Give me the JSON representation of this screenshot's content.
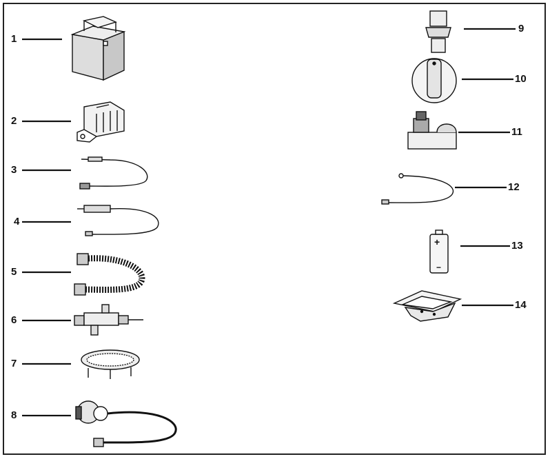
{
  "diagram": {
    "parts": [
      {
        "number": "1",
        "icon": "fire-pit-enclosure-icon"
      },
      {
        "number": "2",
        "icon": "burner-bracket-icon"
      },
      {
        "number": "3",
        "icon": "thermocouple-wire-icon"
      },
      {
        "number": "4",
        "icon": "ignitor-electrode-icon"
      },
      {
        "number": "5",
        "icon": "flex-hose-icon"
      },
      {
        "number": "6",
        "icon": "gas-valve-icon"
      },
      {
        "number": "7",
        "icon": "burner-ring-icon"
      },
      {
        "number": "8",
        "icon": "regulator-hose-icon"
      },
      {
        "number": "9",
        "icon": "fitting-connector-icon"
      },
      {
        "number": "10",
        "icon": "control-knob-icon"
      },
      {
        "number": "11",
        "icon": "push-ignitor-icon"
      },
      {
        "number": "12",
        "icon": "ground-wire-icon"
      },
      {
        "number": "13",
        "icon": "battery-icon"
      },
      {
        "number": "14",
        "icon": "tray-icon"
      }
    ],
    "battery_plus": "+",
    "battery_minus": "−"
  }
}
